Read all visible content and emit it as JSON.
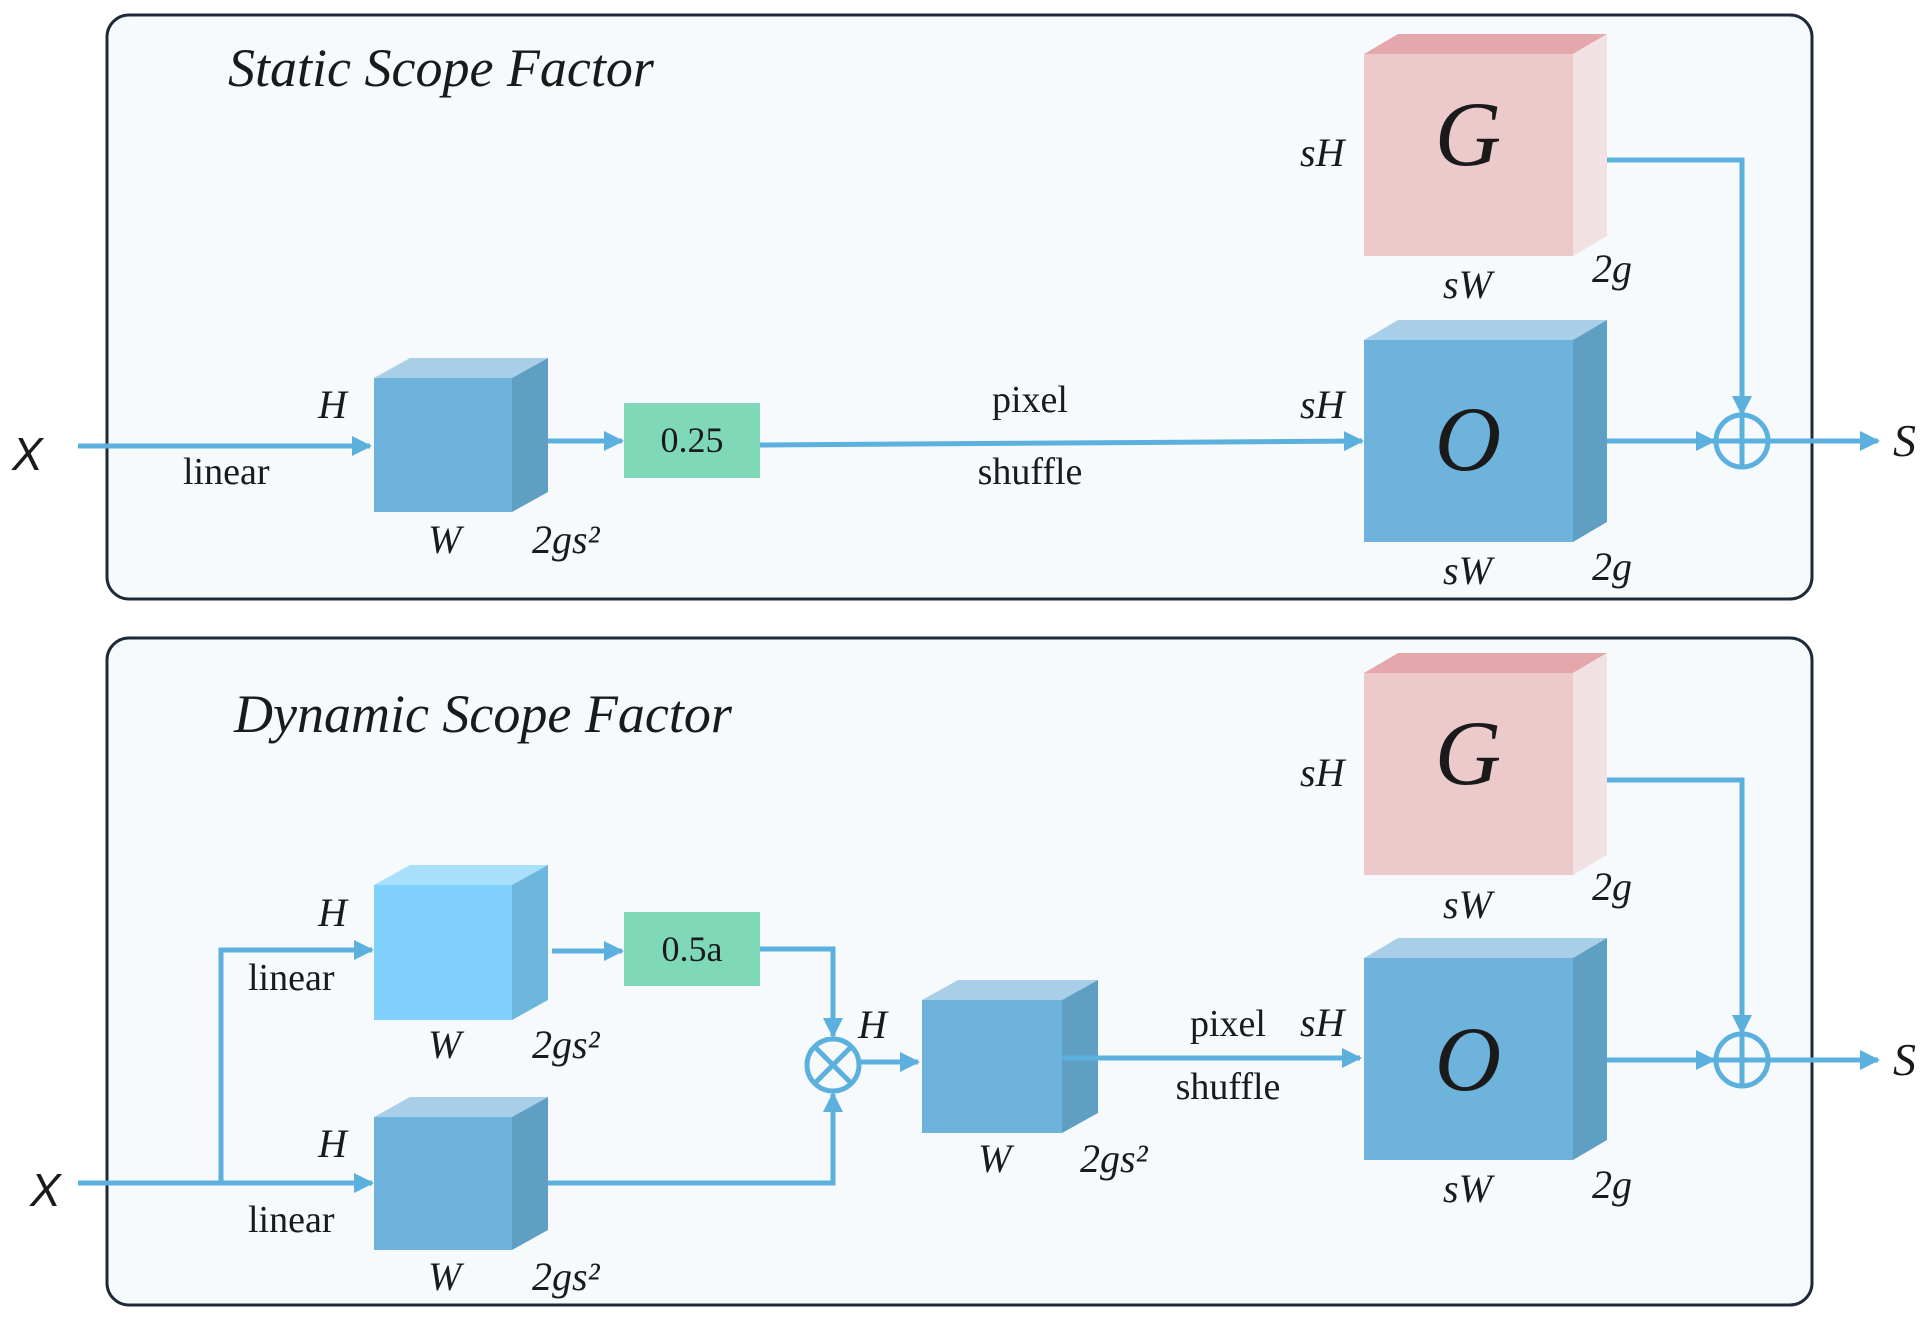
{
  "top_panel": {
    "title": "Static Scope Factor",
    "input_label": "X",
    "linear_label": "linear",
    "cube1": {
      "height_label": "H",
      "width_label": "W",
      "depth_label": "2gs²"
    },
    "scalar_label": "0.25",
    "pixel_label": "pixel",
    "shuffle_label": "shuffle",
    "g_block": {
      "letter": "G",
      "height_label": "sH",
      "width_label": "sW",
      "depth_label": "2g"
    },
    "o_block": {
      "letter": "O",
      "height_label": "sH",
      "width_label": "sW",
      "depth_label": "2g"
    },
    "output_label": "S"
  },
  "bottom_panel": {
    "title": "Dynamic Scope Factor",
    "input_label": "X",
    "upper_linear_label": "linear",
    "lower_linear_label": "linear",
    "upper_cube": {
      "height_label": "H",
      "width_label": "W",
      "depth_label": "2gs²"
    },
    "lower_cube": {
      "height_label": "H",
      "width_label": "W",
      "depth_label": "2gs²"
    },
    "scalar_label": "0.5a",
    "mult_height_label": "H",
    "mid_cube": {
      "width_label": "W",
      "depth_label": "2gs²"
    },
    "pixel_label": "pixel",
    "shuffle_label": "shuffle",
    "g_block": {
      "letter": "G",
      "height_label": "sH",
      "width_label": "sW",
      "depth_label": "2g"
    },
    "o_block": {
      "letter": "O",
      "height_label": "sH",
      "width_label": "sW",
      "depth_label": "2g"
    },
    "output_label": "S"
  },
  "colors": {
    "flow_arrow": "#5bb0dd",
    "cube_blue": "#6db3dc",
    "cube_light_blue": "#80d2fc",
    "scalar_green": "#7fd9b8",
    "g_block_pink": "#ecc9cb",
    "panel_fill": "#f7fafd",
    "panel_border": "#1e2a3a"
  }
}
